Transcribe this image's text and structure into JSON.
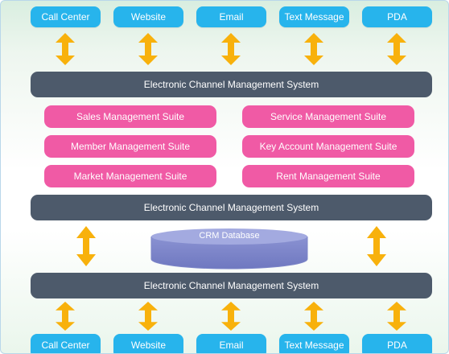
{
  "channels_top": [
    "Call Center",
    "Website",
    "Email",
    "Text Message",
    "PDA"
  ],
  "channels_bottom": [
    "Call Center",
    "Website",
    "Email",
    "Text Message",
    "PDA"
  ],
  "bars": {
    "top": "Electronic Channel Management System",
    "middle": "Electronic Channel Management System",
    "bottom": "Electronic Channel Management System"
  },
  "suites": {
    "sales": "Sales Management Suite",
    "service": "Service Management Suite",
    "member": "Member Management Suite",
    "key_account": "Key Account Management Suite",
    "market": "Market Management Suite",
    "rent": "Rent Management Suite"
  },
  "database": "CRM Database",
  "colors": {
    "channel": "#27b4ec",
    "bar": "#4d5a6b",
    "suite": "#f05aa5",
    "arrow": "#f8b10c",
    "database": "#8c93d0"
  }
}
